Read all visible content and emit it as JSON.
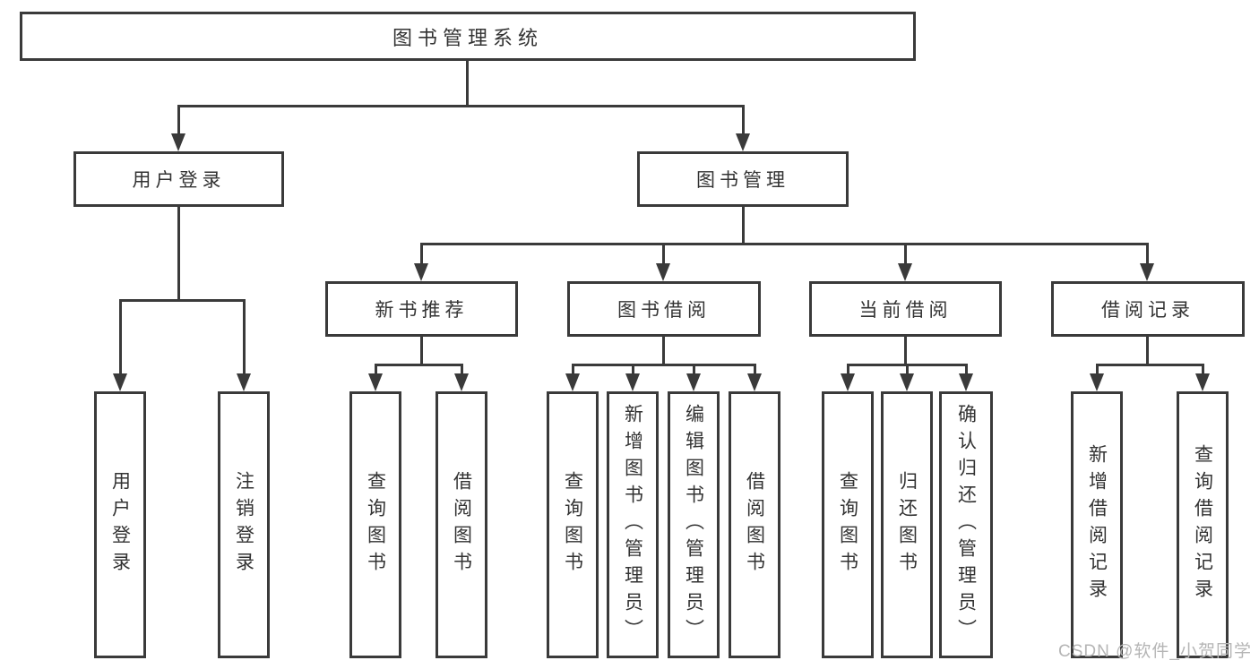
{
  "diagram": {
    "root": {
      "label": "图书管理系统"
    },
    "level2": [
      {
        "id": "user-login",
        "label": "用户登录"
      },
      {
        "id": "book-management",
        "label": "图书管理"
      }
    ],
    "level3": [
      {
        "id": "new-book-recommend",
        "label": "新书推荐"
      },
      {
        "id": "book-borrow",
        "label": "图书借阅"
      },
      {
        "id": "current-borrow",
        "label": "当前借阅"
      },
      {
        "id": "borrow-records",
        "label": "借阅记录"
      }
    ],
    "leaves": [
      {
        "group": "user-login",
        "label": "用户登录"
      },
      {
        "group": "user-login",
        "label": "注销登录"
      },
      {
        "group": "new-book-recommend",
        "label": "查询图书"
      },
      {
        "group": "new-book-recommend",
        "label": "借阅图书"
      },
      {
        "group": "book-borrow",
        "label": "查询图书"
      },
      {
        "group": "book-borrow",
        "label": "新增图书（管理员）"
      },
      {
        "group": "book-borrow",
        "label": "编辑图书（管理员）"
      },
      {
        "group": "book-borrow",
        "label": "借阅图书"
      },
      {
        "group": "current-borrow",
        "label": "查询图书"
      },
      {
        "group": "current-borrow",
        "label": "归还图书"
      },
      {
        "group": "current-borrow",
        "label": "确认归还（管理员）"
      },
      {
        "group": "borrow-records",
        "label": "新增借阅记录"
      },
      {
        "group": "borrow-records",
        "label": "查询借阅记录"
      }
    ],
    "watermark": {
      "text": "CSDN @软件_小贺同学"
    },
    "colors": {
      "line": "#3a3a3a",
      "text": "#333333",
      "watermark": "#b5b5b5",
      "background": "#ffffff"
    }
  }
}
